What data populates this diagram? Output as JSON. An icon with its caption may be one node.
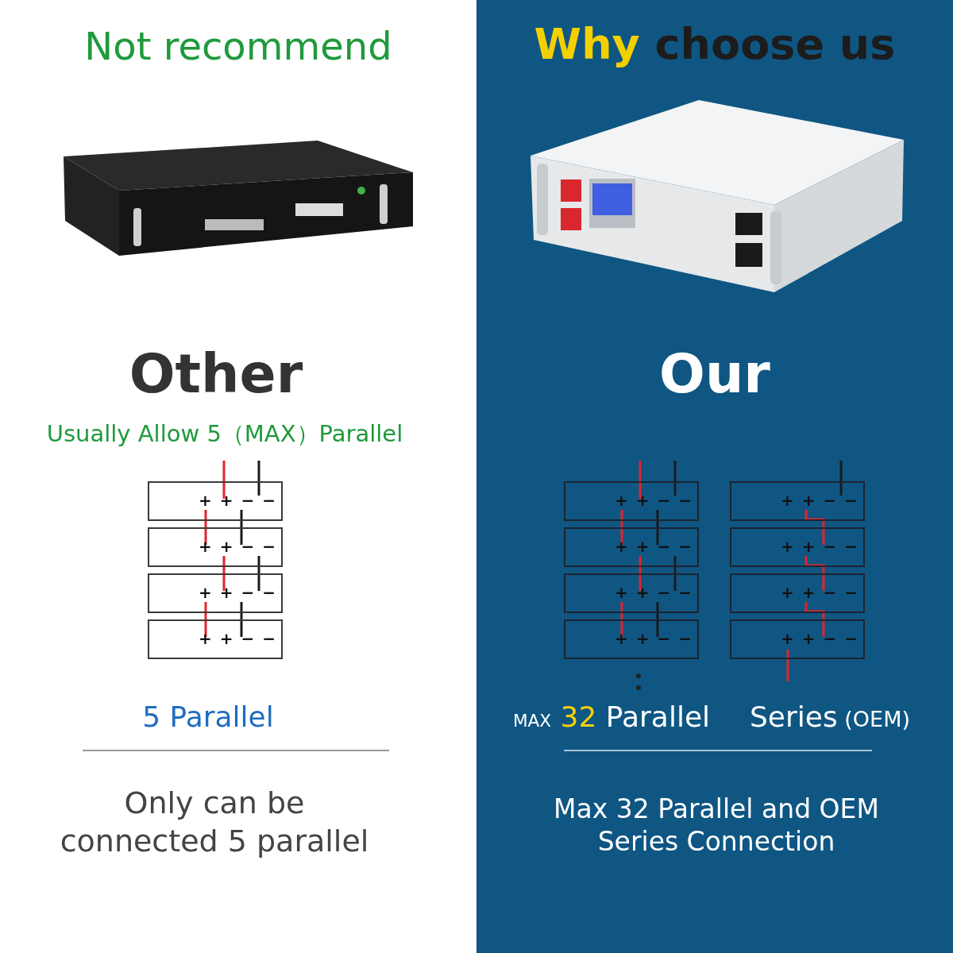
{
  "diagram": {
    "nodes": [
      {
        "text": [
          "+ + − −"
        ]
      },
      {
        "text": [
          "+ + − −"
        ]
      },
      {
        "text": [
          "+ + − −"
        ]
      },
      {
        "text": [
          "+ + − −"
        ]
      },
      {
        "text": [
          "+ + − −"
        ]
      },
      {
        "text": [
          "+ + − −"
        ]
      },
      {
        "text": [
          "+ + − −"
        ]
      },
      {
        "text": [
          "+ + − −"
        ]
      },
      {
        "text": [
          "+ + − −"
        ]
      },
      {
        "text": [
          "+ + − −"
        ]
      },
      {
        "text": [
          "+ + − −"
        ]
      },
      {
        "text": [
          "+ + − −"
        ]
      }
    ],
    "edges": [
      {
        "from": null,
        "to": 0,
        "arrow": "none"
      },
      {
        "from": null,
        "to": 0,
        "arrow": "none",
        "color": "#1a1a1a"
      },
      {
        "from": 0,
        "to": 1,
        "arrow": "none"
      },
      {
        "from": 0,
        "to": 1,
        "arrow": "none",
        "color": "#1a1a1a"
      },
      {
        "from": 1,
        "to": 2,
        "arrow": "none"
      },
      {
        "from": 1,
        "to": 2,
        "arrow": "none",
        "color": "#1a1a1a"
      },
      {
        "from": 2,
        "to": 3,
        "arrow": "none"
      },
      {
        "from": 2,
        "to": 3,
        "arrow": "none",
        "color": "#1a1a1a"
      },
      {
        "from": null,
        "to": 4,
        "arrow": "none"
      },
      {
        "from": null,
        "to": 4,
        "arrow": "none",
        "color": "#1a1a1a"
      },
      {
        "from": 4,
        "to": 5,
        "arrow": "none"
      },
      {
        "from": 4,
        "to": 5,
        "arrow": "none",
        "color": "#1a1a1a"
      },
      {
        "from": 5,
        "to": 6,
        "arrow": "none"
      },
      {
        "from": 5,
        "to": 6,
        "arrow": "none",
        "color": "#1a1a1a"
      },
      {
        "from": 6,
        "to": 7,
        "arrow": "none"
      },
      {
        "from": 6,
        "to": 7,
        "arrow": "none",
        "color": "#1a1a1a"
      },
      {
        "from": null,
        "to": 8,
        "arrow": "none",
        "color": "#1a1a1a"
      },
      {
        "from": 8,
        "to": 9,
        "arrow": "none"
      },
      {
        "from": 9,
        "to": 10,
        "arrow": "none"
      },
      {
        "from": 10,
        "to": 11,
        "arrow": "none"
      },
      {
        "from": 11,
        "to": null,
        "arrow": "none"
      }
    ],
    "labels": [
      "Not recommend",
      "Why choose us",
      "Other",
      "Our",
      "Usually Allow 5（MAX）Parallel",
      "5 Parallel",
      "MAX 32 Parallel",
      "Series (OEM)",
      "Only can be connected 5 parallel",
      "Max 32 Parallel and OEM Series Connection"
    ]
  }
}
